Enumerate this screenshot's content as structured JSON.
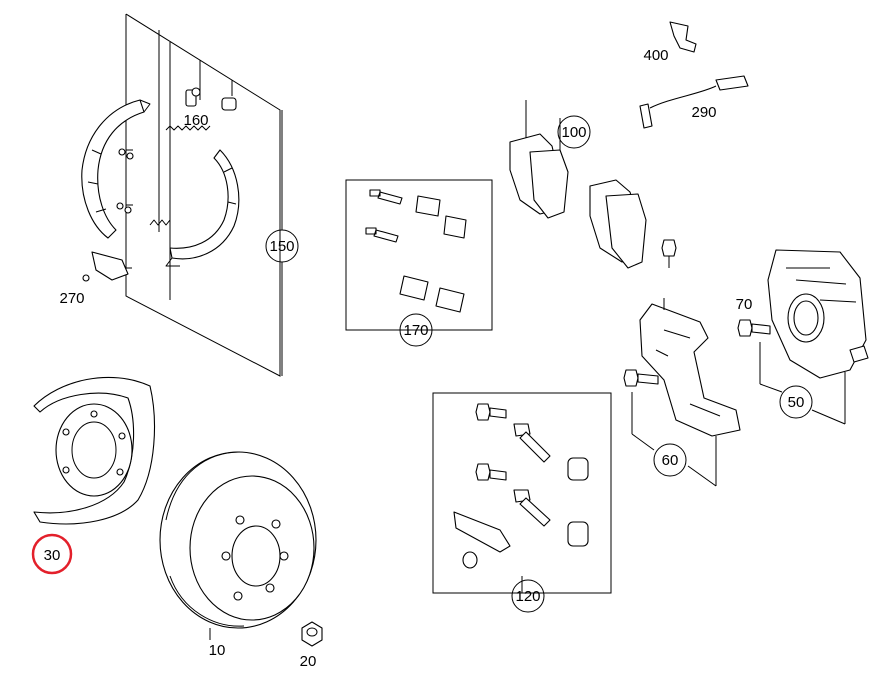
{
  "diagram": {
    "accent_color": "#e3202b",
    "line_color": "#000000",
    "highlighted_callout": "30",
    "callouts": {
      "c150": "150",
      "c160": "160",
      "c270": "270",
      "c100": "100",
      "c170": "170",
      "c400": "400",
      "c290": "290",
      "c70": "70",
      "c50": "50",
      "c60": "60",
      "c120": "120",
      "c30": "30",
      "c10": "10",
      "c20": "20"
    }
  }
}
